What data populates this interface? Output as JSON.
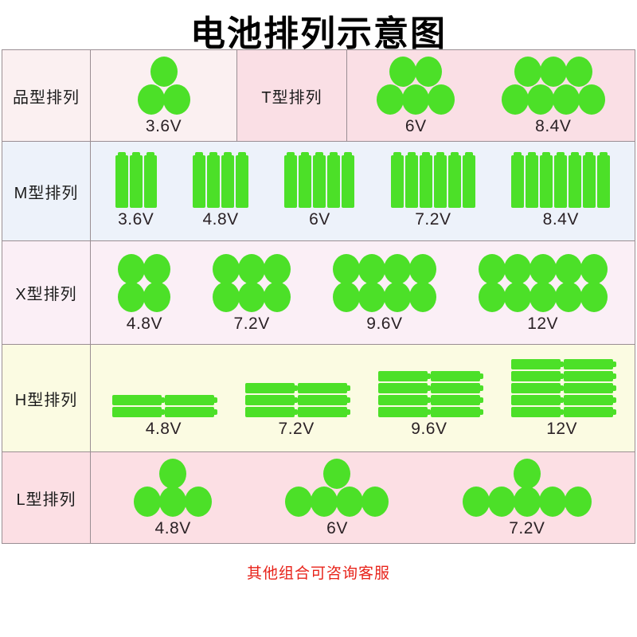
{
  "title": "电池排列示意图",
  "footer_note": "其他组合可咨询客服",
  "colors": {
    "battery_green": "#4ce028",
    "footer_red": "#e8231a",
    "border": "#9a8e93",
    "row_pin_bg": "#fbf0f1",
    "row_t_bg": "#fadfe5",
    "row_m_bg": "#edf2fa",
    "row_x_bg": "#fbeff6",
    "row_h_bg": "#fbfbe2",
    "row_l_bg": "#fcdfe4"
  },
  "rows": [
    {
      "id": "pin-type",
      "label": "品型排列",
      "style": "round",
      "groups": [
        {
          "voltage": "3.6V",
          "rows": [
            1,
            2
          ]
        }
      ],
      "second_label": "T型排列",
      "second_style": "round",
      "second_groups": [
        {
          "voltage": "6V",
          "rows": [
            2,
            3
          ]
        },
        {
          "voltage": "8.4V",
          "rows": [
            3,
            4
          ]
        }
      ]
    },
    {
      "id": "m-type",
      "label": "M型排列",
      "style": "vertical",
      "groups": [
        {
          "voltage": "3.6V",
          "count": 3
        },
        {
          "voltage": "4.8V",
          "count": 4
        },
        {
          "voltage": "6V",
          "count": 5
        },
        {
          "voltage": "7.2V",
          "count": 6
        },
        {
          "voltage": "8.4V",
          "count": 7
        }
      ]
    },
    {
      "id": "x-type",
      "label": "X型排列",
      "style": "round",
      "groups": [
        {
          "voltage": "4.8V",
          "rows": [
            2,
            2
          ]
        },
        {
          "voltage": "7.2V",
          "rows": [
            3,
            3
          ]
        },
        {
          "voltage": "9.6V",
          "rows": [
            4,
            4
          ]
        },
        {
          "voltage": "12V",
          "rows": [
            5,
            5
          ]
        }
      ]
    },
    {
      "id": "h-type",
      "label": "H型排列",
      "style": "horizontal",
      "groups": [
        {
          "voltage": "4.8V",
          "rows": 2,
          "per_row": 2
        },
        {
          "voltage": "7.2V",
          "rows": 3,
          "per_row": 2
        },
        {
          "voltage": "9.6V",
          "rows": 4,
          "per_row": 2
        },
        {
          "voltage": "12V",
          "rows": 5,
          "per_row": 2
        }
      ]
    },
    {
      "id": "l-type",
      "label": "L型排列",
      "style": "round",
      "groups": [
        {
          "voltage": "4.8V",
          "rows": [
            1,
            3
          ]
        },
        {
          "voltage": "6V",
          "rows": [
            1,
            4
          ]
        },
        {
          "voltage": "7.2V",
          "rows": [
            1,
            5
          ]
        }
      ]
    }
  ]
}
